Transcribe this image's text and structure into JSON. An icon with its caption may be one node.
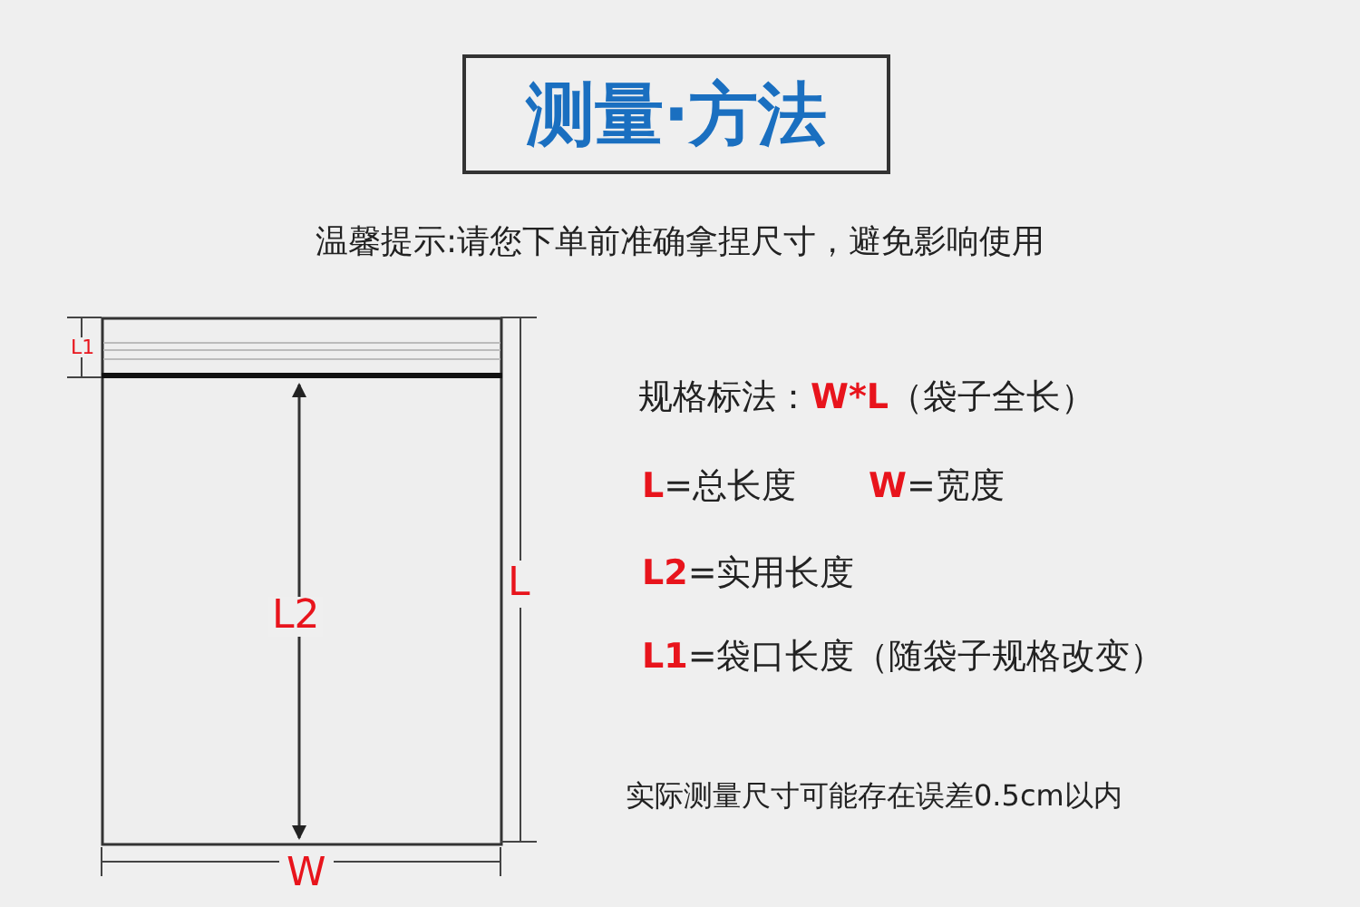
{
  "diagram": {
    "title": "测量·方法",
    "labels": [
      "温馨提示:请您下单前准确拿捏尺寸，避免影响使用",
      "L1",
      "L2",
      "L",
      "W",
      "规格标法：",
      "W*L",
      "（袋子全长）",
      "L",
      "=总长度",
      "W",
      "=宽度",
      "L2",
      "=实用长度",
      "L1",
      "=袋口长度（随袋子规格改变）",
      "实际测量尺寸可能存在误差0.5cm以内"
    ]
  }
}
